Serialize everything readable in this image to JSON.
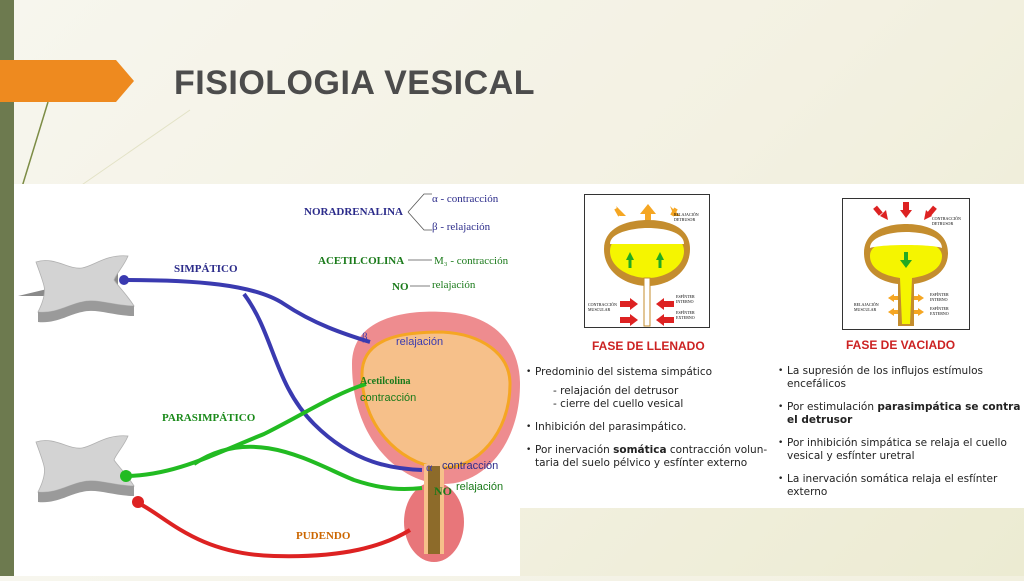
{
  "slide": {
    "title": "FISIOLOGIA VESICAL"
  },
  "diagram": {
    "noradrenalina": "NORADRENALINA",
    "alpha_contraccion": "α - contracción",
    "beta_relajacion": "β - relajación",
    "acetilcolina_label": "ACETILCOLINA",
    "m3_contraccion": "M₃ - contracción",
    "no_label": "NO",
    "no_relajacion": "relajación",
    "simpatico": "SIMPÁTICO",
    "parasimpatico": "PARASIMPÁTICO",
    "pudendo": "PUDENDO",
    "beta_symbol": "β",
    "beta_relajacion_bladder": "relajación",
    "acetilcolina_bladder": "Acetilcolina",
    "contraccion_bladder": "contracción",
    "alpha_symbol": "α",
    "alpha_contraccion_bladder": "contracción",
    "no_bladder": "NO",
    "no_relajacion_bladder": "relajación"
  },
  "fase_llenado": {
    "title": "FASE DE LLENADO",
    "fig": {
      "relajacion_detrusor": [
        "RELAJACIÓN",
        "DETRUSOR"
      ],
      "contraccion_muscular": [
        "CONTRACCIÓN",
        "MUSCULAR"
      ],
      "esfinter_interno": [
        "ESFÍNTER",
        "INTERNO"
      ],
      "esfinter_externo": [
        "ESFÍNTER",
        "EXTERNO"
      ]
    },
    "bullets": {
      "b1": "Predominio del sistema simpático",
      "b1_sub1": "- relajación del detrusor",
      "b1_sub2": "- cierre del cuello vesical",
      "b2": "Inhibición del parasimpático.",
      "b3_pre": "Por inervación ",
      "b3_bold": "somática",
      "b3_post": " contracción volun-",
      "b3_line2": "taria del suelo pélvico y esfínter externo"
    }
  },
  "fase_vaciado": {
    "title": "FASE DE VACIADO",
    "fig": {
      "contraccion_detrusor": [
        "CONTRACCIÓN",
        "DETRUSOR"
      ],
      "relajacion_muscular": [
        "RELAJACIÓN",
        "MUSCULAR"
      ],
      "esfinter_interno": [
        "ESFÍNTER",
        "INTERNO"
      ],
      "esfinter_externo": [
        "ESFÍNTER",
        "EXTERNO"
      ]
    },
    "bullets": {
      "b1_line1": "La supresión de los influjos estímulos",
      "b1_line2": "encefálicos",
      "b2_pre": "Por estimulación ",
      "b2_bold1": "parasimpática se contra",
      "b2_bold2": "el detrusor",
      "b3_line1": "Por inhibición simpática se relaja el cuello",
      "b3_line2": "vesical y esfínter uretral",
      "b4_line1": "La inervación somática relaja el esfínter",
      "b4_line2": "externo"
    }
  }
}
